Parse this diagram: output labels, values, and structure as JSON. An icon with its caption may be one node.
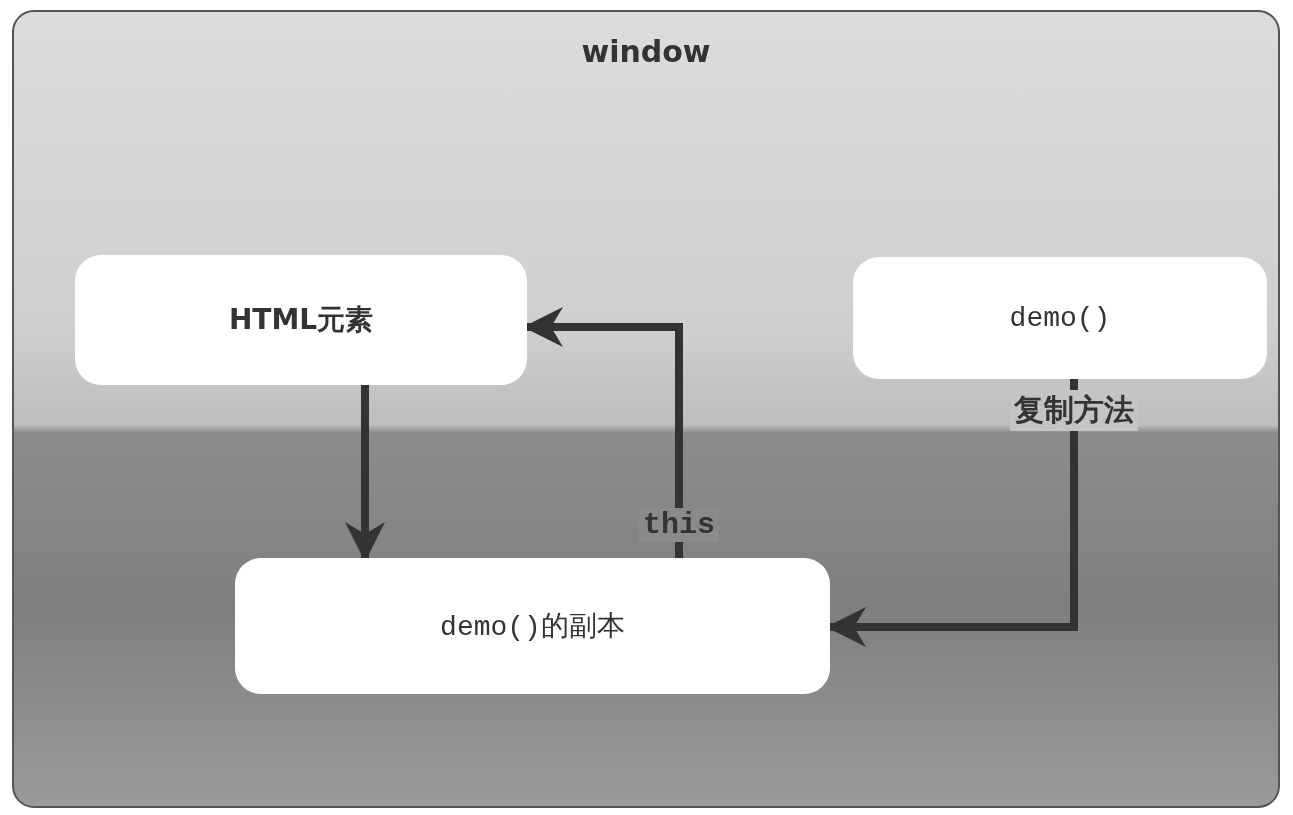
{
  "diagram": {
    "nodes": [
      {
        "text": [
          "window"
        ]
      },
      {
        "text": [
          "HTML元素"
        ],
        "in": 0
      },
      {
        "text": [
          "demo()"
        ],
        "in": 0
      },
      {
        "text": [
          "demo()的副本"
        ],
        "in": 0
      }
    ],
    "edges": [
      {
        "from": 1,
        "to": 3,
        "arrow": "to"
      },
      {
        "from": 3,
        "to": 1,
        "arrow": "to",
        "label": "this"
      },
      {
        "from": 2,
        "to": 3,
        "arrow": "to",
        "label": "复制方法"
      }
    ]
  }
}
